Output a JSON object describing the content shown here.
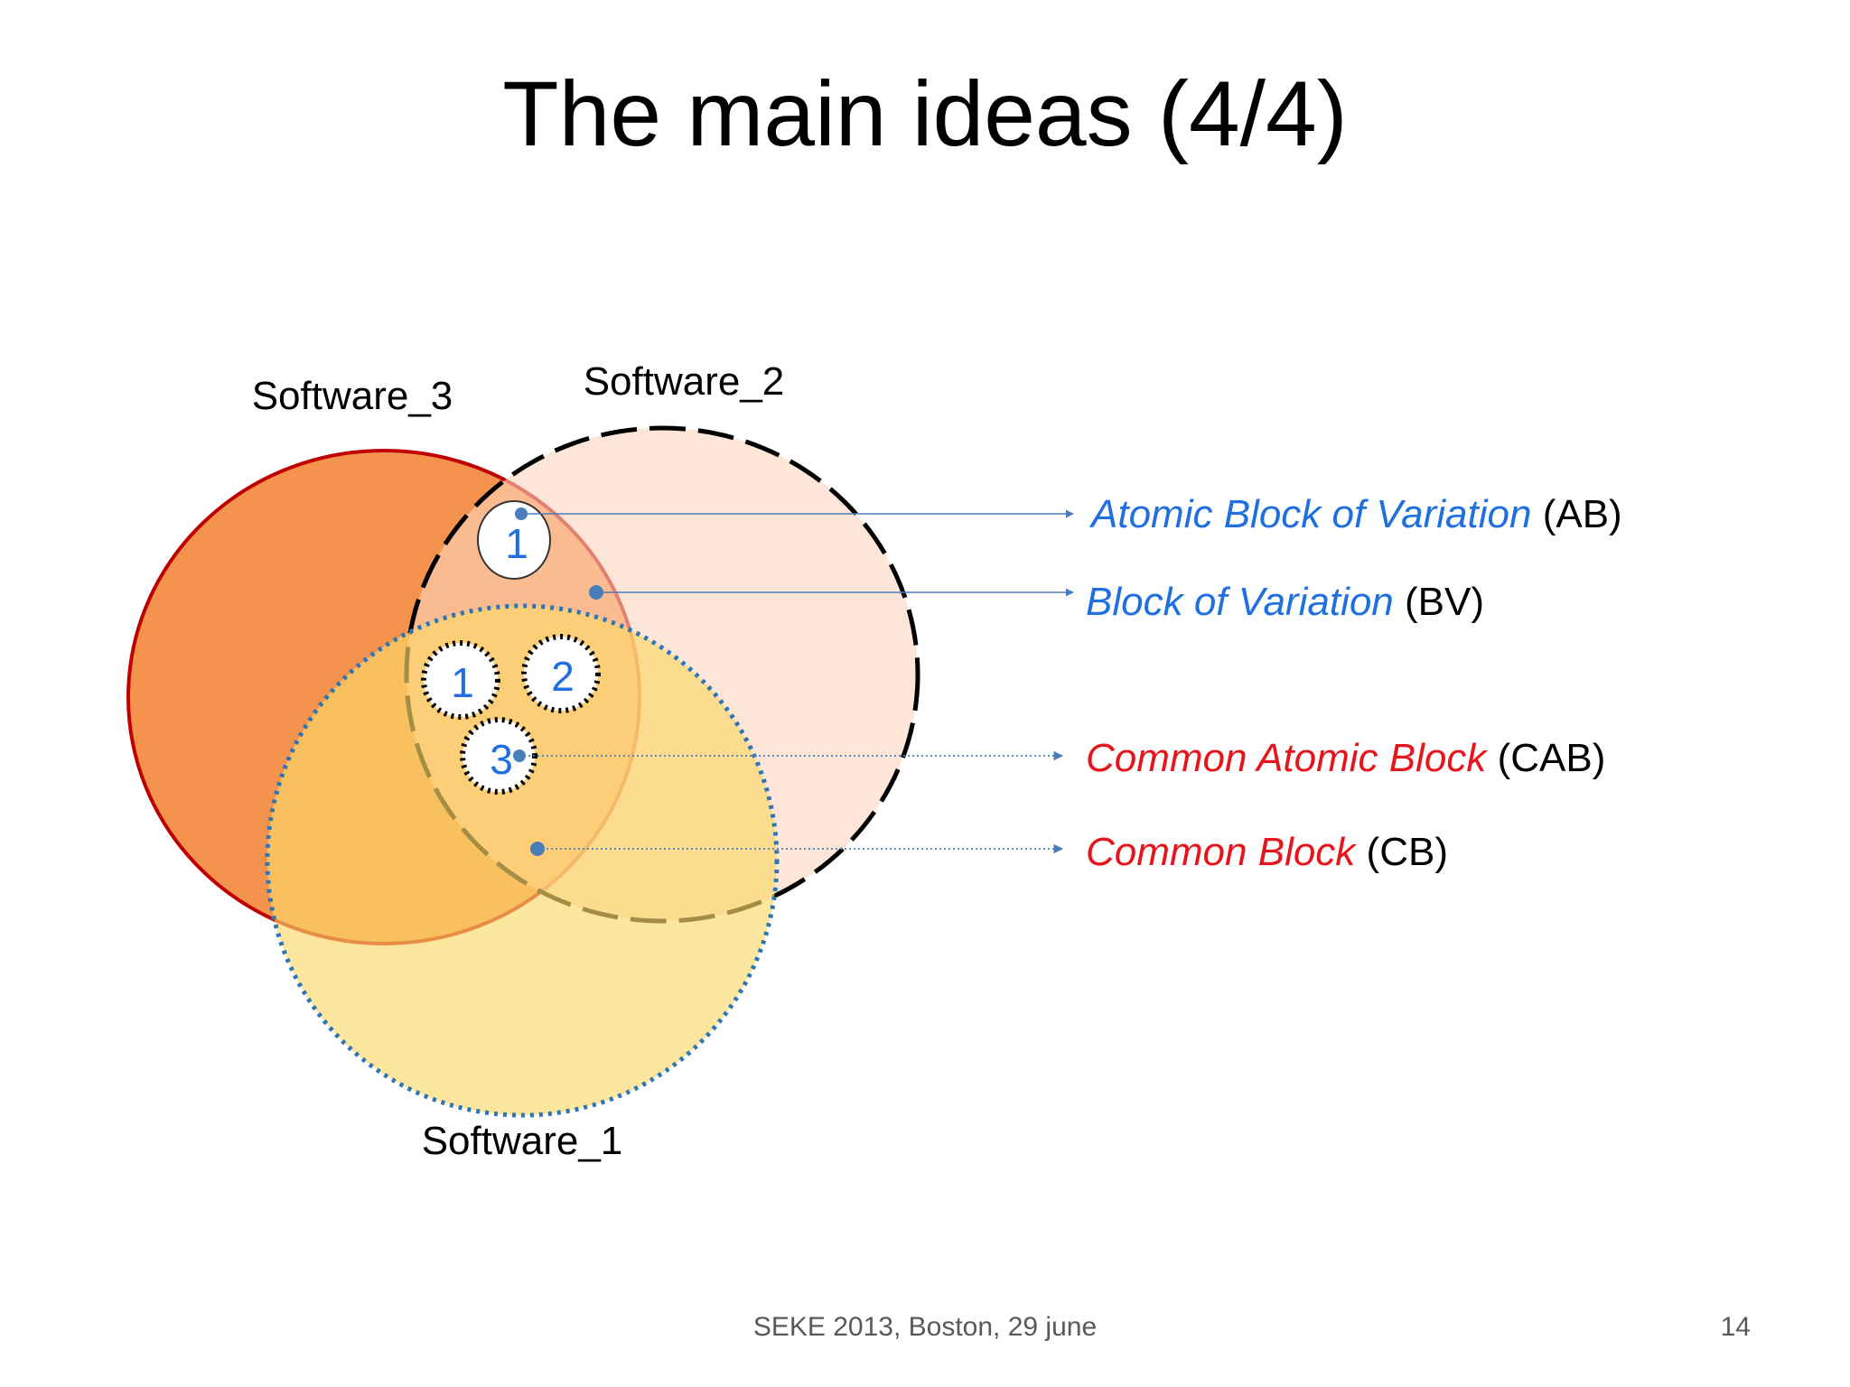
{
  "slide": {
    "title": "The main ideas (4/4)",
    "footer": "SEKE 2013, Boston, 29 june",
    "page_number": "14"
  },
  "sets": {
    "software_3": "Software_3",
    "software_2": "Software_2",
    "software_1": "Software_1"
  },
  "blocks": {
    "ab_number": "1",
    "cab_1": "1",
    "cab_2": "2",
    "cab_3": "3"
  },
  "legend": {
    "ab_term": "Atomic Block of Variation",
    "ab_abbr": " (AB)",
    "bv_term": "Block of Variation",
    "bv_abbr": " (BV)",
    "cab_term": "Common Atomic Block",
    "cab_abbr": " (CAB)",
    "cb_term": "Common Block",
    "cb_abbr": " (CB)"
  },
  "colors": {
    "blue_term": "#1F6FE0",
    "red_term": "#E8141C",
    "software_3_fill": "#F2802E",
    "software_3_stroke": "#C00000",
    "software_2_fill": "#FBD5BC",
    "software_1_fill": "#FCD86A",
    "software_1_stroke": "#2E75B6",
    "pointer": "#4A7EBB"
  }
}
